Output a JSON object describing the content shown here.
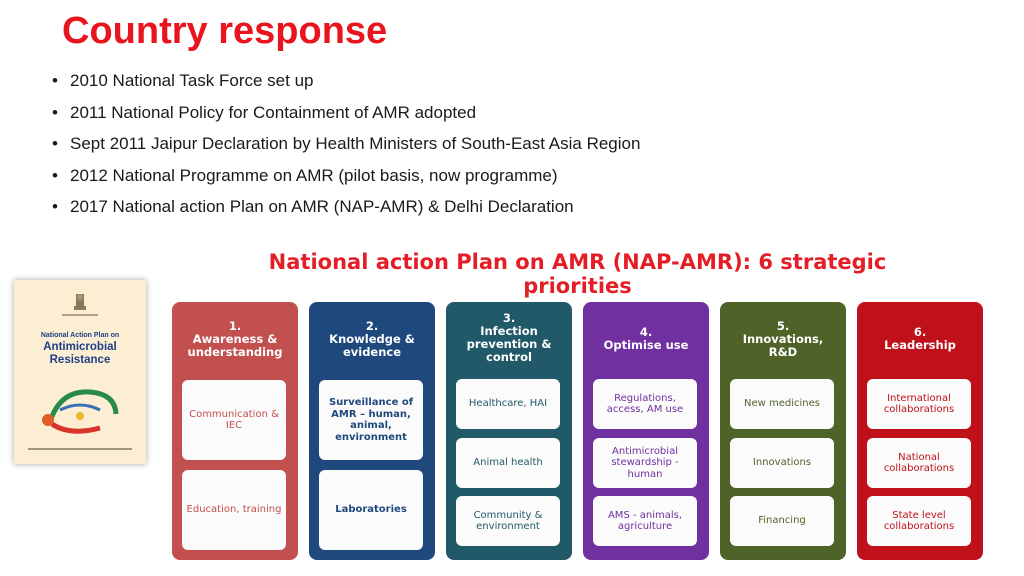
{
  "title": "Country response",
  "bullets": [
    "2010 National Task Force set up",
    "2011 National Policy for Containment  of AMR adopted",
    "Sept 2011 Jaipur Declaration  by Health Ministers of South-East Asia Region",
    "2012 National Programme on AMR  (pilot basis, now programme)",
    "2017 National action Plan on  AMR (NAP-AMR) & Delhi Declaration"
  ],
  "cover": {
    "small_title": "National Action Plan on",
    "big_title_1": "Antimicrobial",
    "big_title_2": "Resistance"
  },
  "nap": {
    "title_line1": "National action Plan on AMR (NAP-AMR): 6 strategic",
    "title_line2": "priorities"
  },
  "colors": {
    "col1": "#c2504e",
    "col2": "#1f497d",
    "col3": "#215968",
    "col4": "#7030a0",
    "col5": "#4f6228",
    "col6": "#c0101a",
    "box1": "#c2504e",
    "box2": "#1f497d",
    "box3": "#215968",
    "box4": "#7030a0",
    "box5": "#4f6228",
    "box6": "#c0101a"
  },
  "priorities": [
    {
      "num": "1.",
      "head1": "Awareness &",
      "head2": "understanding",
      "head3": "",
      "items": [
        "Communication & IEC",
        "Education, training"
      ]
    },
    {
      "num": "2.",
      "head1": "Knowledge &",
      "head2": "evidence",
      "head3": "",
      "items": [
        "Surveillance of AMR – human, animal, environment",
        "Laboratories"
      ]
    },
    {
      "num": "3.",
      "head1": "Infection",
      "head2": "prevention &",
      "head3": "control",
      "items": [
        "Healthcare, HAI",
        "Animal health",
        "Community & environment"
      ]
    },
    {
      "num": "4.",
      "head1": "Optimise use",
      "head2": "",
      "head3": "",
      "items": [
        "Regulations, access, AM use",
        "Antimicrobial stewardship - human",
        "AMS - animals, agriculture"
      ]
    },
    {
      "num": "5.",
      "head1": "Innovations,",
      "head2": "R&D",
      "head3": "",
      "items": [
        "New medicines",
        "Innovations",
        "Financing"
      ]
    },
    {
      "num": "6.",
      "head1": "Leadership",
      "head2": "",
      "head3": "",
      "items": [
        "International collaborations",
        "National collaborations",
        "State level collaborations"
      ]
    }
  ]
}
